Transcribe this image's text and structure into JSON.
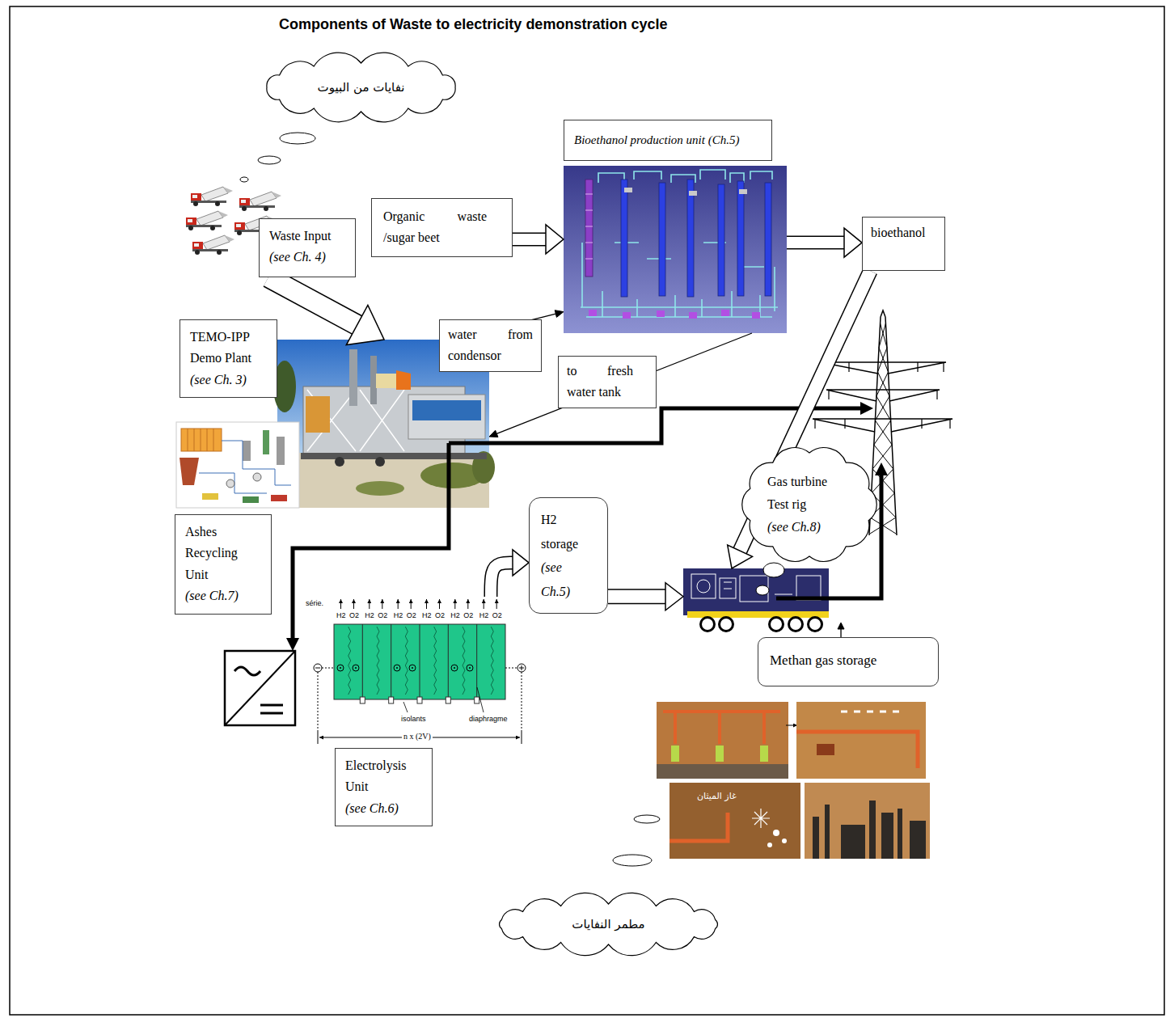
{
  "diagram": {
    "title": "Components of Waste to electricity demonstration cycle",
    "nodes": [
      {
        "text": [
          "نفايات من البيوت"
        ]
      },
      {
        "text": [
          "Bioethanol production unit (Ch.5)"
        ]
      },
      {
        "text": [
          "Organic waste /sugar beet"
        ]
      },
      {
        "text": [
          "Waste Input",
          "(see Ch. 4)"
        ]
      },
      {
        "text": [
          "bioethanol"
        ]
      },
      {
        "text": [
          "TEMO-IPP Demo Plant",
          "(see Ch. 3)"
        ]
      },
      {
        "text": [
          "Gas turbine Test rig",
          "(see Ch.8)"
        ]
      },
      {
        "text": [
          "H2 storage",
          "(see Ch.5)"
        ]
      },
      {
        "text": [
          "Ashes Recycling Unit",
          "(see Ch.7)"
        ]
      },
      {
        "text": [
          "Electrolysis Unit",
          "(see Ch.6)"
        ]
      },
      {
        "text": [
          "Methan gas storage"
        ]
      },
      {
        "text": [
          "مطمر النفايات"
        ]
      }
    ],
    "edges": [
      {
        "from": 3,
        "to": 5,
        "arrow": "to"
      },
      {
        "from": 2,
        "to": 1,
        "arrow": "to"
      },
      {
        "from": 1,
        "to": 4,
        "arrow": "to"
      },
      {
        "from": 5,
        "to": 1,
        "label": "water from condensor",
        "arrow": "to"
      },
      {
        "from": 1,
        "to": 5,
        "label": "to fresh water tank",
        "arrow": "to"
      },
      {
        "from": 4,
        "to": 6,
        "arrow": "to"
      },
      {
        "from": 7,
        "to": 6,
        "arrow": "to"
      },
      {
        "from": 9,
        "to": 7,
        "arrow": "to"
      },
      {
        "from": 10,
        "to": 6,
        "arrow": "to"
      }
    ],
    "labels": [
      "série.",
      "H2",
      "O2",
      "H2",
      "O2",
      "H2",
      "O2",
      "H2",
      "O2",
      "H2",
      "O2",
      "H2",
      "O2",
      "isolants",
      "diaphragme",
      "n x (2V)",
      "غاز الميثان"
    ]
  }
}
